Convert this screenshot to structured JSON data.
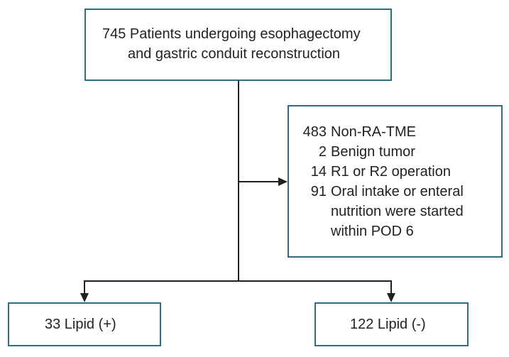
{
  "colors": {
    "box_border": "#2b6f86",
    "connector": "#231f20",
    "text": "#231f20"
  },
  "top_box": {
    "line1": "745 Patients undergoing esophagectomy",
    "line2": "and gastric conduit reconstruction"
  },
  "exclusion_box": {
    "items": [
      {
        "count": "483",
        "label": "Non-RA-TME"
      },
      {
        "count": "2",
        "label": "Benign tumor"
      },
      {
        "count": "14",
        "label": "R1 or R2 operation"
      },
      {
        "count": "91",
        "label": "Oral intake or enteral"
      }
    ],
    "continuation": [
      "nutrition were started",
      "within POD 6"
    ]
  },
  "left_box": {
    "label": "33 Lipid (+)"
  },
  "right_box": {
    "label": "122 Lipid (-)"
  }
}
